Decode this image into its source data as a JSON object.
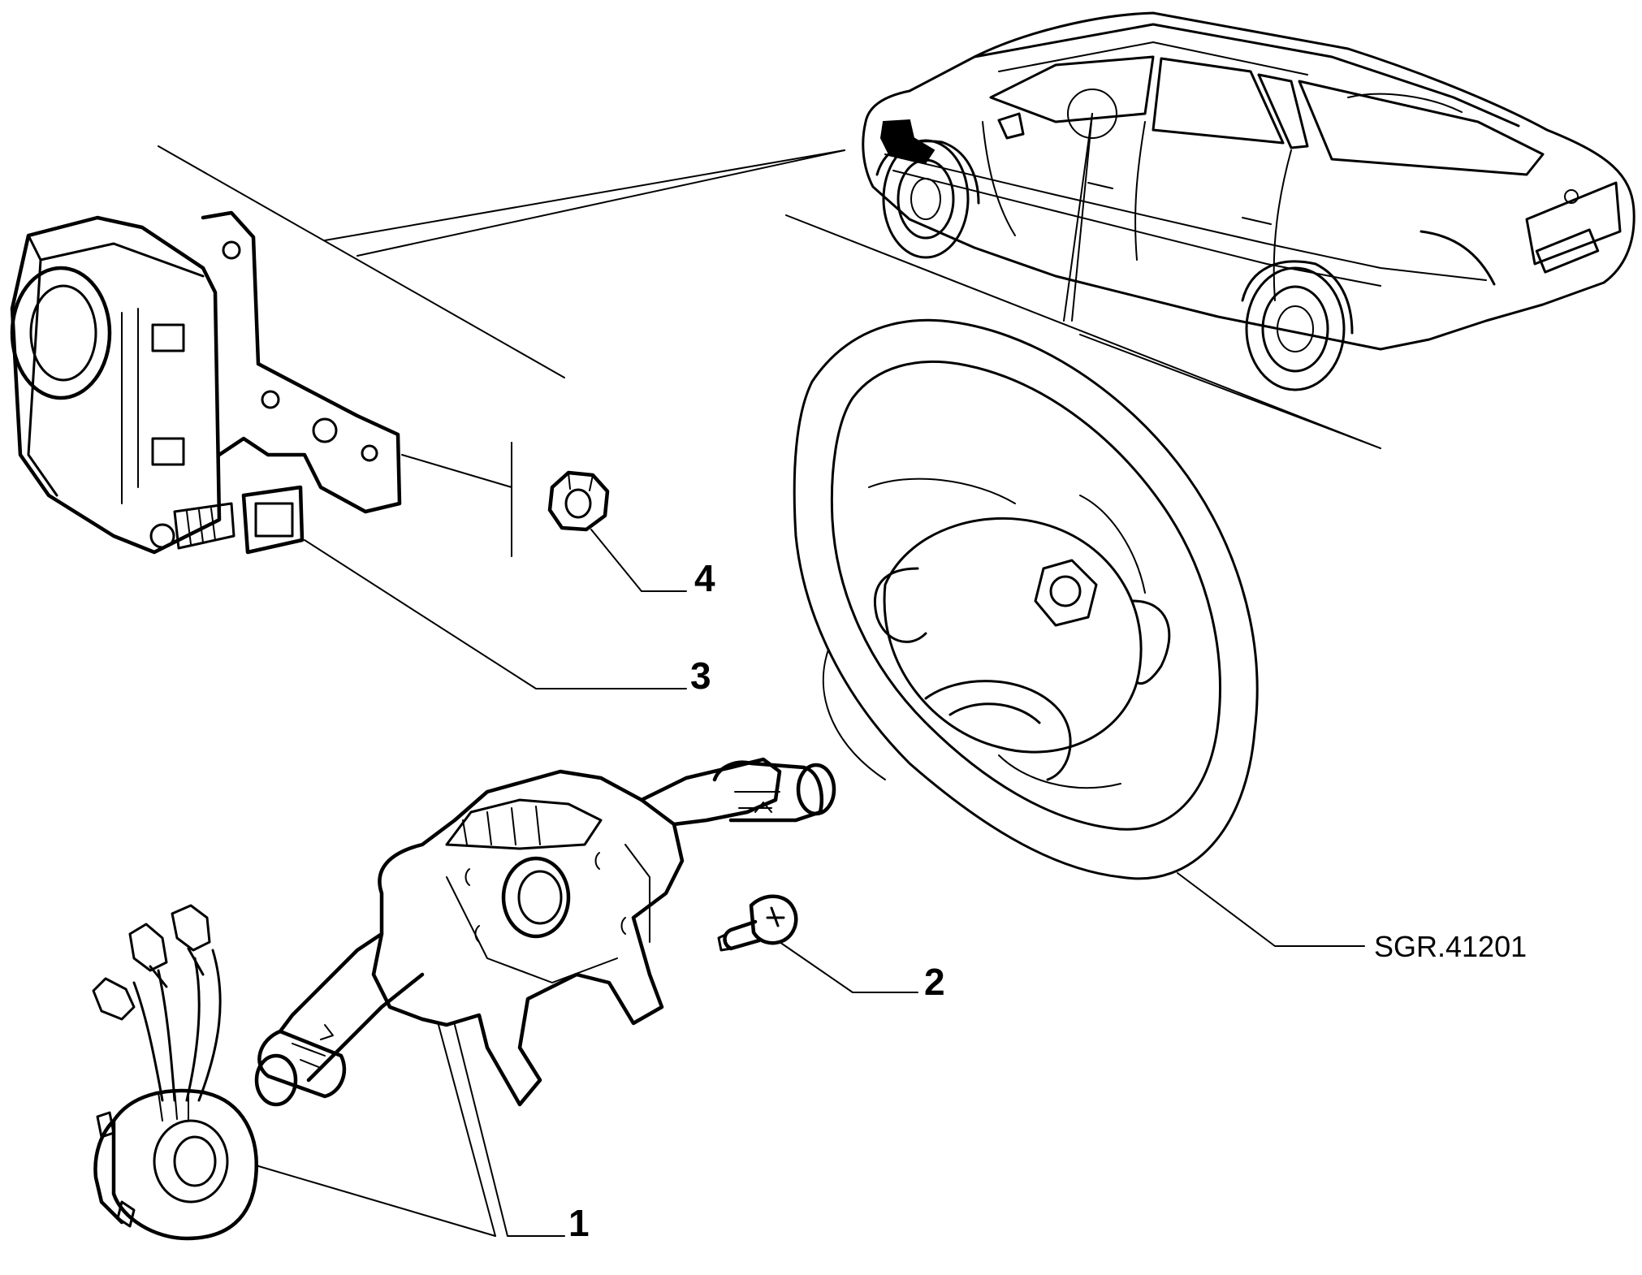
{
  "diagram": {
    "reference_code": "SGR.41201",
    "callouts": [
      {
        "id": "1",
        "label": "1"
      },
      {
        "id": "2",
        "label": "2"
      },
      {
        "id": "3",
        "label": "3"
      },
      {
        "id": "4",
        "label": "4"
      }
    ]
  }
}
